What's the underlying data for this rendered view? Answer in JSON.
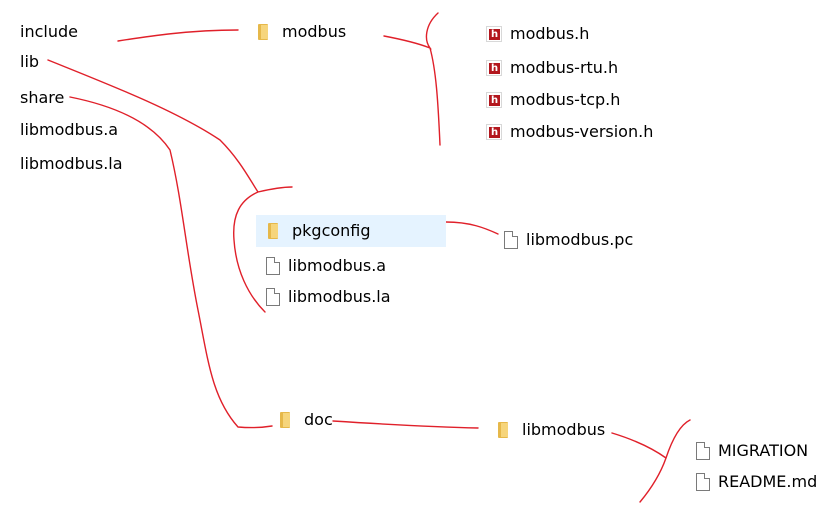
{
  "root": {
    "items": [
      "include",
      "lib",
      "share",
      "libmodbus.a",
      "libmodbus.la"
    ]
  },
  "include": {
    "folder": "modbus",
    "files": [
      "modbus.h",
      "modbus-rtu.h",
      "modbus-tcp.h",
      "modbus-version.h"
    ]
  },
  "lib": {
    "folder": "pkgconfig",
    "files": [
      "libmodbus.a",
      "libmodbus.la"
    ],
    "pkgconfig_file": "libmodbus.pc"
  },
  "share": {
    "folder": "doc",
    "subfolder": "libmodbus",
    "files": [
      "MIGRATION",
      "README.md"
    ]
  },
  "icons": {
    "folder": "folder-icon",
    "header_file": "header-file-icon",
    "file": "file-icon",
    "header_glyph": "h"
  },
  "colors": {
    "connector": "#e0202a",
    "folder": "#e6b84a",
    "header_badge": "#b3171e",
    "selection": "#e5f3ff"
  }
}
